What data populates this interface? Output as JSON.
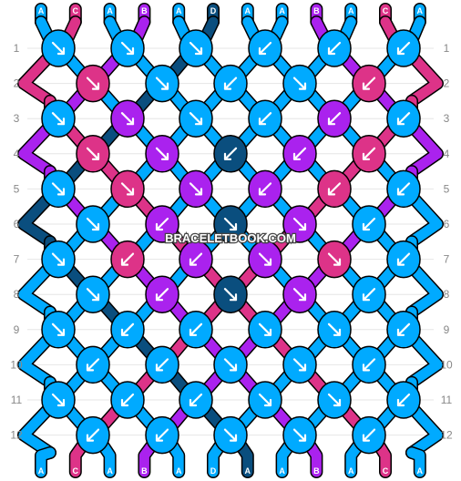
{
  "colors": {
    "A": "#00aaff",
    "B": "#aa22ee",
    "C": "#dd3388",
    "D": "#0a4e7e"
  },
  "top_labels": [
    "A",
    "C",
    "A",
    "B",
    "A",
    "D",
    "A",
    "A",
    "B",
    "A",
    "C",
    "A"
  ],
  "bottom_labels": [
    "A",
    "C",
    "A",
    "B",
    "A",
    "D",
    "A",
    "A",
    "B",
    "A",
    "C",
    "A"
  ],
  "row_numbers_left": [
    "1",
    "2",
    "3",
    "4",
    "5",
    "6",
    "7",
    "8",
    "9",
    "10",
    "11",
    "12"
  ],
  "row_numbers_right": [
    "1",
    "2",
    "3",
    "4",
    "5",
    "6",
    "7",
    "8",
    "9",
    "10",
    "11",
    "12"
  ],
  "watermark": "BRACELETBOOK.COM",
  "knots": [
    {
      "row": 1,
      "knots": [
        {
          "c": "A",
          "d": "se"
        },
        {
          "c": "A",
          "d": "se"
        },
        {
          "c": "A",
          "d": "se"
        },
        {
          "c": "A",
          "d": "sw"
        },
        {
          "c": "A",
          "d": "sw"
        },
        {
          "c": "A",
          "d": "sw"
        }
      ]
    },
    {
      "row": 2,
      "knots": [
        {
          "c": "C",
          "d": "se"
        },
        {
          "c": "A",
          "d": "se"
        },
        {
          "c": "A",
          "d": "sw"
        },
        {
          "c": "A",
          "d": "se"
        },
        {
          "c": "C",
          "d": "sw"
        }
      ]
    },
    {
      "row": 3,
      "knots": [
        {
          "c": "A",
          "d": "se"
        },
        {
          "c": "B",
          "d": "se"
        },
        {
          "c": "A",
          "d": "se"
        },
        {
          "c": "A",
          "d": "sw"
        },
        {
          "c": "B",
          "d": "sw"
        },
        {
          "c": "A",
          "d": "sw"
        }
      ]
    },
    {
      "row": 4,
      "knots": [
        {
          "c": "C",
          "d": "se"
        },
        {
          "c": "B",
          "d": "se"
        },
        {
          "c": "D",
          "d": "sw"
        },
        {
          "c": "B",
          "d": "sw"
        },
        {
          "c": "C",
          "d": "sw"
        }
      ]
    },
    {
      "row": 5,
      "knots": [
        {
          "c": "A",
          "d": "se"
        },
        {
          "c": "C",
          "d": "se"
        },
        {
          "c": "B",
          "d": "se"
        },
        {
          "c": "B",
          "d": "sw"
        },
        {
          "c": "C",
          "d": "sw"
        },
        {
          "c": "A",
          "d": "sw"
        }
      ]
    },
    {
      "row": 6,
      "knots": [
        {
          "c": "A",
          "d": "se"
        },
        {
          "c": "B",
          "d": "sw"
        },
        {
          "c": "D",
          "d": "se"
        },
        {
          "c": "B",
          "d": "se"
        },
        {
          "c": "A",
          "d": "sw"
        }
      ]
    },
    {
      "row": 7,
      "knots": [
        {
          "c": "A",
          "d": "se"
        },
        {
          "c": "C",
          "d": "sw"
        },
        {
          "c": "B",
          "d": "sw"
        },
        {
          "c": "B",
          "d": "se"
        },
        {
          "c": "C",
          "d": "se"
        },
        {
          "c": "A",
          "d": "sw"
        }
      ]
    },
    {
      "row": 8,
      "knots": [
        {
          "c": "A",
          "d": "se"
        },
        {
          "c": "B",
          "d": "sw"
        },
        {
          "c": "D",
          "d": "se"
        },
        {
          "c": "B",
          "d": "se"
        },
        {
          "c": "A",
          "d": "sw"
        }
      ]
    },
    {
      "row": 9,
      "knots": [
        {
          "c": "A",
          "d": "se"
        },
        {
          "c": "A",
          "d": "sw"
        },
        {
          "c": "A",
          "d": "sw"
        },
        {
          "c": "A",
          "d": "se"
        },
        {
          "c": "A",
          "d": "se"
        },
        {
          "c": "A",
          "d": "sw"
        }
      ]
    },
    {
      "row": 10,
      "knots": [
        {
          "c": "A",
          "d": "sw"
        },
        {
          "c": "A",
          "d": "sw"
        },
        {
          "c": "A",
          "d": "se"
        },
        {
          "c": "A",
          "d": "se"
        },
        {
          "c": "A",
          "d": "sw"
        }
      ]
    },
    {
      "row": 11,
      "knots": [
        {
          "c": "A",
          "d": "se"
        },
        {
          "c": "A",
          "d": "sw"
        },
        {
          "c": "A",
          "d": "sw"
        },
        {
          "c": "A",
          "d": "se"
        },
        {
          "c": "A",
          "d": "se"
        },
        {
          "c": "A",
          "d": "sw"
        }
      ]
    },
    {
      "row": 12,
      "knots": [
        {
          "c": "A",
          "d": "sw"
        },
        {
          "c": "A",
          "d": "sw"
        },
        {
          "c": "A",
          "d": "se"
        },
        {
          "c": "A",
          "d": "se"
        },
        {
          "c": "A",
          "d": "sw"
        }
      ]
    }
  ]
}
